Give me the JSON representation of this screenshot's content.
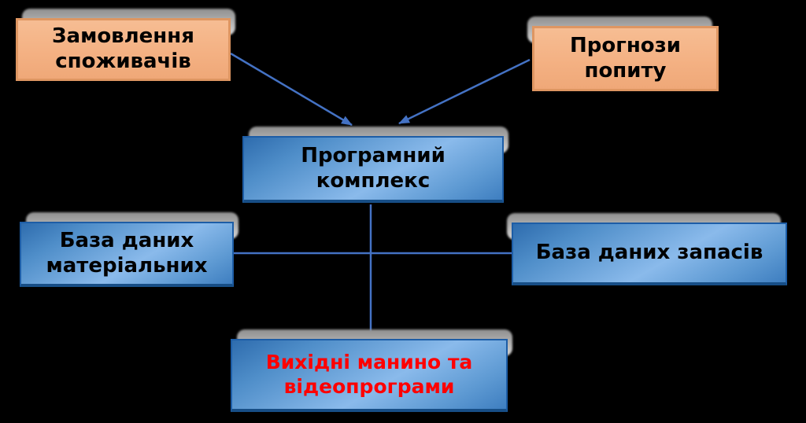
{
  "diagram": {
    "background_color": "#000000",
    "connector_color": "#4472C4",
    "box_colors": {
      "peach_fill": "#F4B183",
      "peach_border": "#DE9662",
      "blue_fill_light": "#8ABAEB",
      "blue_fill_dark": "#2E6CAE",
      "blue_border": "#1D5DA6",
      "shadow_gray": "#9A9A9A"
    },
    "nodes": {
      "customer_orders": {
        "label": "Замовлення\nспоживачів",
        "text_color": "#000000",
        "style": "peach"
      },
      "demand_forecasts": {
        "label": "Прогнози\nпопиту",
        "text_color": "#000000",
        "style": "peach"
      },
      "program_complex": {
        "label": "Програмний\nкомплекс",
        "text_color": "#000000",
        "style": "blue"
      },
      "materials_database": {
        "label": "База даних\nматеріальних",
        "text_color": "#000000",
        "style": "blue"
      },
      "stock_database": {
        "label": "База даних запасів",
        "text_color": "#000000",
        "style": "blue"
      },
      "output_programs": {
        "label": "Вихідні манино та\nвідеопрограми",
        "text_color": "#FF0000",
        "style": "blue"
      }
    },
    "connectors": [
      {
        "from": "customer_orders",
        "to": "program_complex",
        "arrow": true
      },
      {
        "from": "demand_forecasts",
        "to": "program_complex",
        "arrow": true
      },
      {
        "from": "materials_database",
        "to": "stock_database",
        "arrow": false
      },
      {
        "from": "program_complex",
        "to": "output_programs",
        "arrow": false
      }
    ]
  }
}
